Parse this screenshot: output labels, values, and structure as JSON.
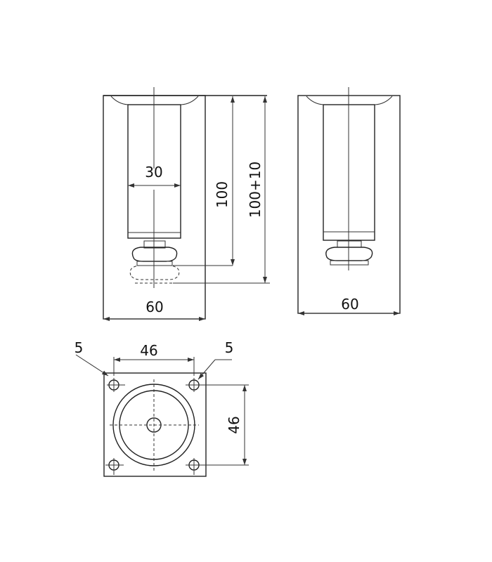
{
  "drawing": {
    "views": {
      "front": {
        "width_label": "60",
        "tube_diameter_label": "30",
        "height_label": "100",
        "height_adjust_label": "100+10"
      },
      "side": {
        "width_label": "60"
      },
      "top": {
        "hole_spacing_x_label": "46",
        "hole_spacing_y_label": "46",
        "hole_left_label": "5",
        "hole_right_label": "5"
      }
    },
    "colors": {
      "line": "#222222",
      "background": "#ffffff"
    }
  }
}
